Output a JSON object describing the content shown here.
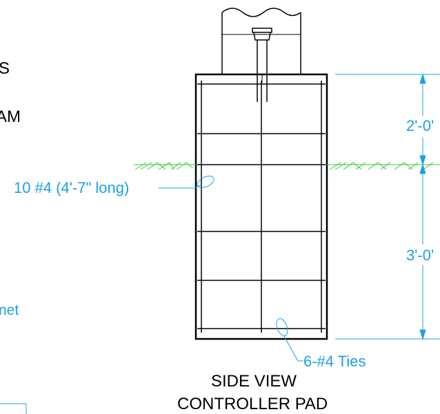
{
  "colors": {
    "ink": "#000000",
    "dimension": "#1aa0e6",
    "grade": "#33cc33"
  },
  "left_margin_fragments": {
    "frag_1": "S",
    "frag_2": "AM",
    "frag_3": "net"
  },
  "dimensions": {
    "upper": "2'-0'",
    "lower": "3'-0'"
  },
  "callouts": {
    "bars": "10 #4 (4'-7\" long)",
    "ties": "6-#4 Ties"
  },
  "caption": {
    "line1": "SIDE VIEW",
    "line2": "CONTROLLER PAD"
  }
}
